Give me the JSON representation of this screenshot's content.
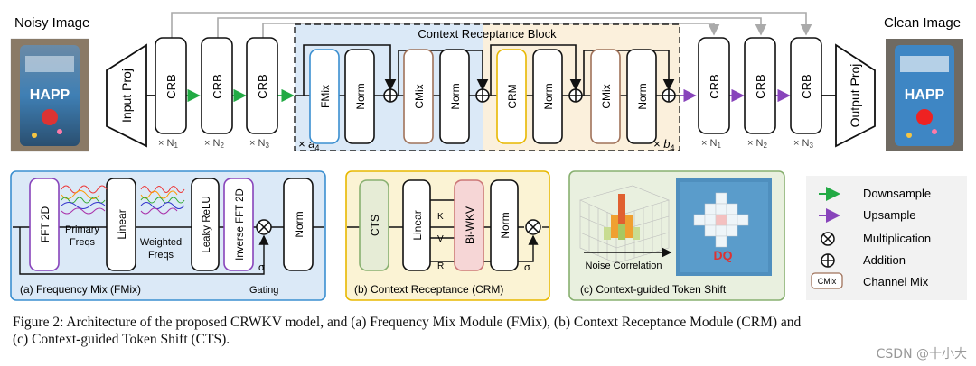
{
  "top": {
    "noisy_label": "Noisy Image",
    "clean_label": "Clean Image",
    "input_proj": "Input Proj",
    "output_proj": "Output Proj",
    "crb": "CRB",
    "enc_mult": [
      "× N",
      "× N",
      "× N"
    ],
    "enc_sub": [
      "1",
      "2",
      "3"
    ],
    "dec_mult": [
      "× N",
      "× N",
      "× N"
    ],
    "dec_sub": [
      "1",
      "2",
      "3"
    ],
    "block_title": "Context Receptance Block",
    "a4_mult": "× a",
    "a4_sub": "4",
    "b4_mult": "× b",
    "b4_sub": "4",
    "blocks": [
      "FMix",
      "Norm",
      "CMix",
      "Norm",
      "CRM",
      "Norm",
      "CMix",
      "Norm"
    ]
  },
  "legend": {
    "downsample": "Downsample",
    "upsample": "Upsample",
    "multiplication": "Multiplication",
    "addition": "Addition",
    "cmix_chip": "CMix",
    "channel_mix": "Channel Mix",
    "colors": {
      "downsample": "#22aa44",
      "upsample": "#8844bb"
    }
  },
  "fmix": {
    "caption": "(a) Frequency Mix (FMix)",
    "fft": "FFT 2D",
    "linear": "Linear",
    "leaky": "Leaky ReLU",
    "ifft": "Inverse FFT 2D",
    "norm": "Norm",
    "primary_1": "Primary",
    "primary_2": "Freqs",
    "weighted_1": "Weighted",
    "weighted_2": "Freqs",
    "sigma": "σ",
    "gating": "Gating"
  },
  "crm": {
    "caption": "(b) Context Receptance (CRM)",
    "cts": "CTS",
    "linear": "Linear",
    "biwkv": "Bi-WKV",
    "norm": "Norm",
    "k": "K",
    "v": "V",
    "r": "R",
    "sigma": "σ"
  },
  "cts": {
    "caption": "(c) Context-guided Token Shift",
    "noise_corr": "Noise Correlation"
  },
  "caption": {
    "line1": "Figure 2: Architecture of the proposed CRWKV model, and (a) Frequency Mix Module (FMix), (b) Context Receptance Module (CRM) and",
    "line2": "(c) Context-guided Token Shift (CTS)."
  },
  "watermark": "CSDN @十小大"
}
